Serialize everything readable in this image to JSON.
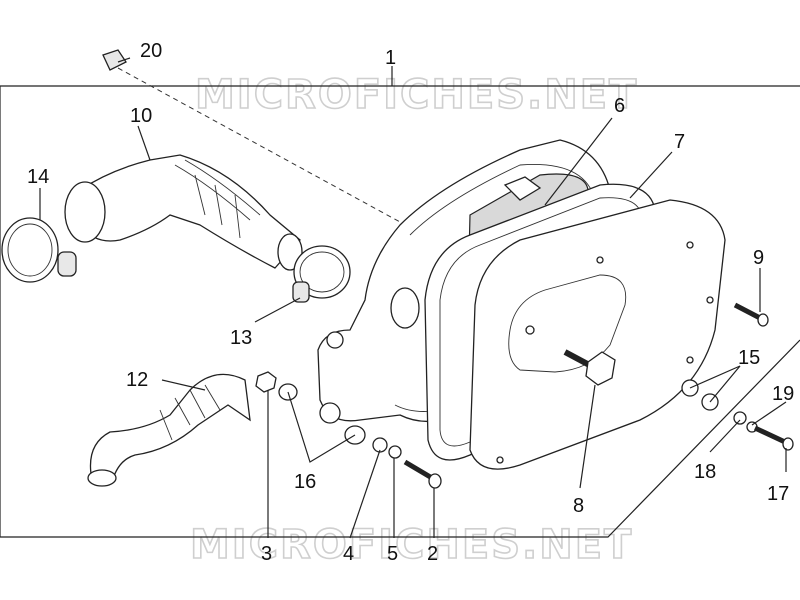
{
  "watermark": "MICROFICHES.NET",
  "callouts": {
    "c1": "1",
    "c2": "2",
    "c3": "3",
    "c4": "4",
    "c5": "5",
    "c6": "6",
    "c7": "7",
    "c8": "8",
    "c9": "9",
    "c10": "10",
    "c12": "12",
    "c13": "13",
    "c14": "14",
    "c15": "15",
    "c17": "17",
    "c18": "18",
    "c19": "19",
    "c20": "20",
    "c16": "16"
  },
  "colors": {
    "line": "#222222",
    "watermark": "#cfcfcf",
    "foam": "#d9d9d9"
  }
}
